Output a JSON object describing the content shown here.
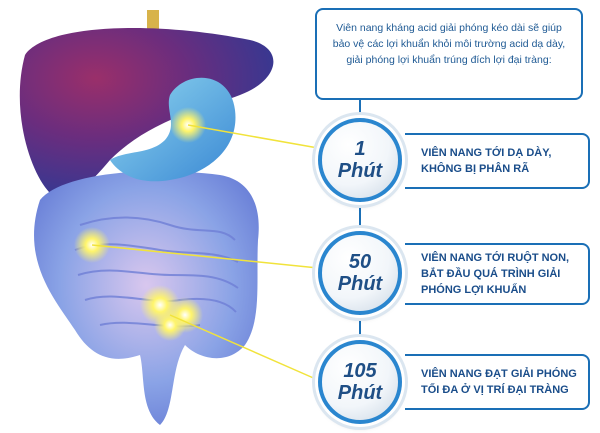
{
  "intro_text": "Viên nang kháng acid giải phóng kéo dài sẽ giúp bảo vệ các lợi khuẩn khỏi môi trường acid dạ dày, giải phóng lợi khuẩn trúng đích lợi đại tràng:",
  "steps": [
    {
      "number": "1",
      "unit": "Phút",
      "description": "VIÊN NANG TỚI DẠ DÀY, KHÔNG BỊ PHÂN RÃ"
    },
    {
      "number": "50",
      "unit": "Phút",
      "description": "VIÊN NANG TỚI RUỘT NON, BẮT ĐẦU QUÁ TRÌNH GIẢI PHÓNG LỢI KHUẨN"
    },
    {
      "number": "105",
      "unit": "Phút",
      "description": "VIÊN NANG ĐẠT GIẢI PHÓNG TỐI ĐA Ở VỊ TRÍ ĐẠI TRÀNG"
    }
  ],
  "colors": {
    "accent": "#1a6fb6",
    "text": "#1a4d8a",
    "glow": "#fff36b"
  }
}
